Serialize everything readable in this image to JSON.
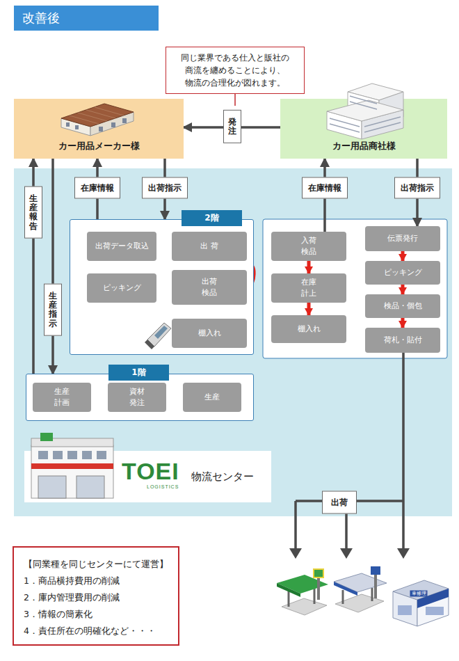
{
  "diagram": {
    "title": "改善後",
    "nodes": [
      {
        "text": [
          "同じ業界である仕入と販社の 商流を纏めることにより、 物流の合理化が図れます。"
        ]
      },
      {
        "text": [
          "カー用品メーカー様"
        ]
      },
      {
        "text": [
          "カー用品商社様"
        ]
      },
      {
        "text": [
          "2階"
        ]
      },
      {
        "text": [
          "出荷データ取込"
        ],
        "in": 3
      },
      {
        "text": [
          "出 荷"
        ],
        "in": 3
      },
      {
        "text": [
          "ピッキング"
        ],
        "in": 3
      },
      {
        "text": [
          "出荷 検品"
        ],
        "in": 3
      },
      {
        "text": [
          "棚入れ"
        ],
        "in": 3
      },
      {
        "text": [
          "入荷 検品"
        ]
      },
      {
        "text": [
          "在庫 計上"
        ]
      },
      {
        "text": [
          "棚入れ"
        ]
      },
      {
        "text": [
          "伝票発行"
        ]
      },
      {
        "text": [
          "ピッキング"
        ]
      },
      {
        "text": [
          "検品・個包"
        ]
      },
      {
        "text": [
          "荷札・貼付"
        ]
      },
      {
        "text": [
          "1階"
        ]
      },
      {
        "text": [
          "生産 計画"
        ],
        "in": 16
      },
      {
        "text": [
          "資材 発注"
        ],
        "in": 16
      },
      {
        "text": [
          "生産"
        ],
        "in": 16
      },
      {
        "text": [
          "TOEI",
          "LOGISTICS",
          "物流センター"
        ]
      },
      {
        "text": [
          "【同業種を同じセンターにて運営】",
          "1．商品横持費用の削減",
          "2．庫内管理費用の削減",
          "3．情報の簡素化",
          "4．責任所在の明確化など・・・"
        ]
      }
    ],
    "edges": [
      {
        "from": 2,
        "to": 1,
        "label": "発注",
        "arrow": "to"
      },
      {
        "from": 3,
        "to": 1,
        "label": "在庫情報",
        "arrow": "to"
      },
      {
        "from": 1,
        "to": 3,
        "label": "出荷指示",
        "arrow": "to"
      },
      {
        "from": 9,
        "to": 2,
        "label": "在庫情報",
        "arrow": "to"
      },
      {
        "from": 2,
        "to": 12,
        "label": "出荷指示",
        "arrow": "to"
      },
      {
        "from": 16,
        "to": 1,
        "label": "生産報告",
        "arrow": "to"
      },
      {
        "from": 1,
        "to": 16,
        "label": "生産指示",
        "arrow": "to"
      },
      {
        "from": 4,
        "to": 6,
        "arrow": "to"
      },
      {
        "from": 6,
        "to": 7,
        "arrow": "to"
      },
      {
        "from": 7,
        "to": 5,
        "arrow": "to"
      },
      {
        "from": 9,
        "to": 10,
        "arrow": "to"
      },
      {
        "from": 10,
        "to": 11,
        "arrow": "to"
      },
      {
        "from": 12,
        "to": 13,
        "arrow": "to"
      },
      {
        "from": 13,
        "to": 14,
        "arrow": "to"
      },
      {
        "from": 14,
        "to": 15,
        "arrow": "to"
      },
      {
        "from": 17,
        "to": 18,
        "arrow": "to"
      },
      {
        "from": 18,
        "to": 19,
        "arrow": "to"
      }
    ],
    "labels": [
      "出荷",
      "車修理"
    ]
  }
}
